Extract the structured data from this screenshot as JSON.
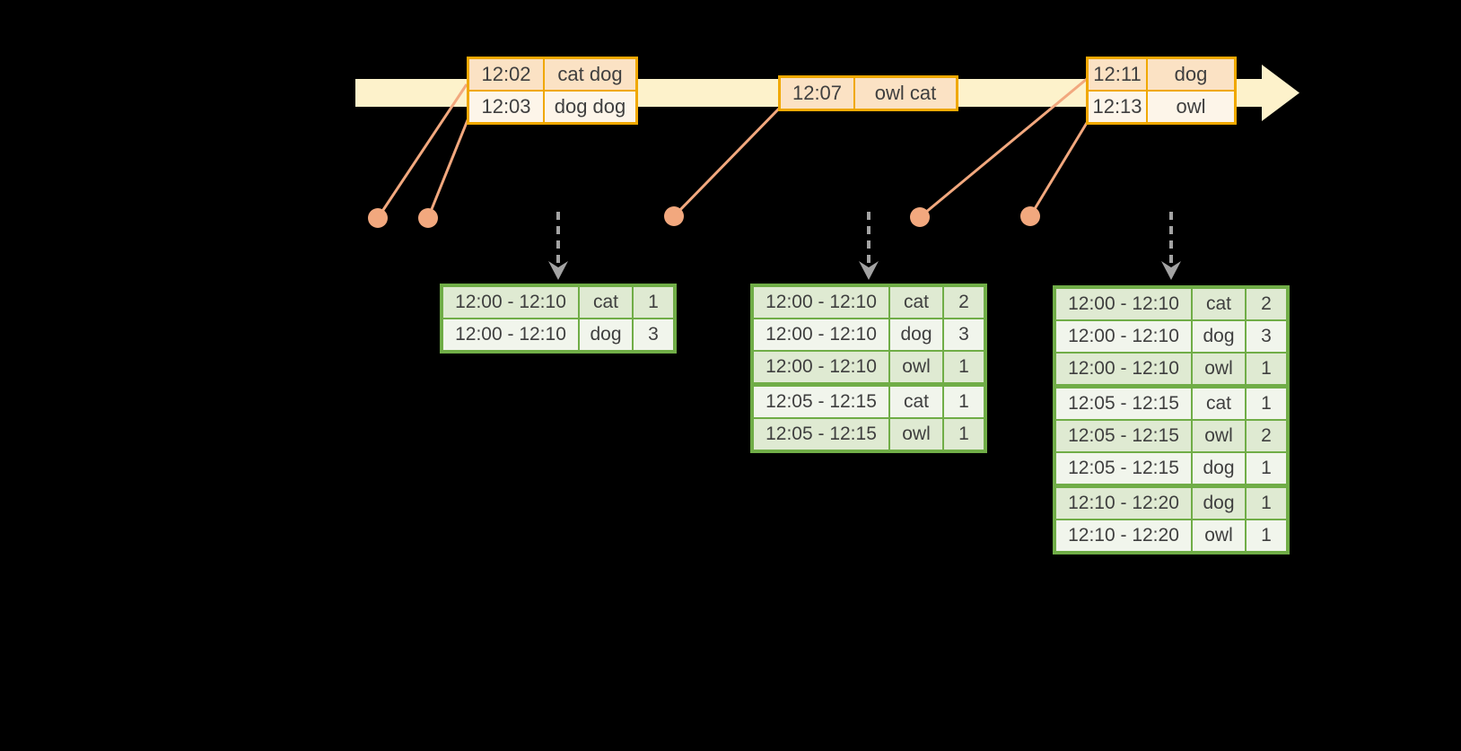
{
  "colors": {
    "background": "#000000",
    "timeline_band": "#fdf2cb",
    "event_table_border": "#f0a800",
    "event_row_dark": "#fbe2c4",
    "event_row_light": "#fdf5e9",
    "connector_salmon": "#f2a87e",
    "trigger_arrow_gray": "#a3a3a3",
    "result_table_border": "#70ad47",
    "result_row_dark": "#dfead2",
    "result_row_light": "#f1f5ec",
    "table_text": "#3f3f3f"
  },
  "icons": {
    "timeline_arrow": "right-pointing pale-yellow arrow band",
    "event_dot": "salmon circle marker on event time axis",
    "event_connector": "salmon line linking marker to event table",
    "trigger_arrow": "gray dashed downward arrow to result table"
  },
  "event_tables": [
    {
      "rows": [
        {
          "time": "12:02",
          "words": "cat dog"
        },
        {
          "time": "12:03",
          "words": "dog dog"
        }
      ]
    },
    {
      "rows": [
        {
          "time": "12:07",
          "words": "owl cat"
        }
      ]
    },
    {
      "rows": [
        {
          "time": "12:11",
          "words": "dog"
        },
        {
          "time": "12:13",
          "words": "owl"
        }
      ]
    }
  ],
  "result_tables": [
    {
      "rows": [
        {
          "window": "12:00 - 12:10",
          "word": "cat",
          "count": "1"
        },
        {
          "window": "12:00 - 12:10",
          "word": "dog",
          "count": "3"
        }
      ]
    },
    {
      "rows": [
        {
          "window": "12:00 - 12:10",
          "word": "cat",
          "count": "2"
        },
        {
          "window": "12:00 - 12:10",
          "word": "dog",
          "count": "3"
        },
        {
          "window": "12:00 - 12:10",
          "word": "owl",
          "count": "1"
        },
        {
          "window": "12:05 - 12:15",
          "word": "cat",
          "count": "1"
        },
        {
          "window": "12:05 - 12:15",
          "word": "owl",
          "count": "1"
        }
      ]
    },
    {
      "rows": [
        {
          "window": "12:00 - 12:10",
          "word": "cat",
          "count": "2"
        },
        {
          "window": "12:00 - 12:10",
          "word": "dog",
          "count": "3"
        },
        {
          "window": "12:00 - 12:10",
          "word": "owl",
          "count": "1"
        },
        {
          "window": "12:05 - 12:15",
          "word": "cat",
          "count": "1"
        },
        {
          "window": "12:05 - 12:15",
          "word": "owl",
          "count": "2"
        },
        {
          "window": "12:05 - 12:15",
          "word": "dog",
          "count": "1"
        },
        {
          "window": "12:10 - 12:20",
          "word": "dog",
          "count": "1"
        },
        {
          "window": "12:10 - 12:20",
          "word": "owl",
          "count": "1"
        }
      ]
    }
  ]
}
